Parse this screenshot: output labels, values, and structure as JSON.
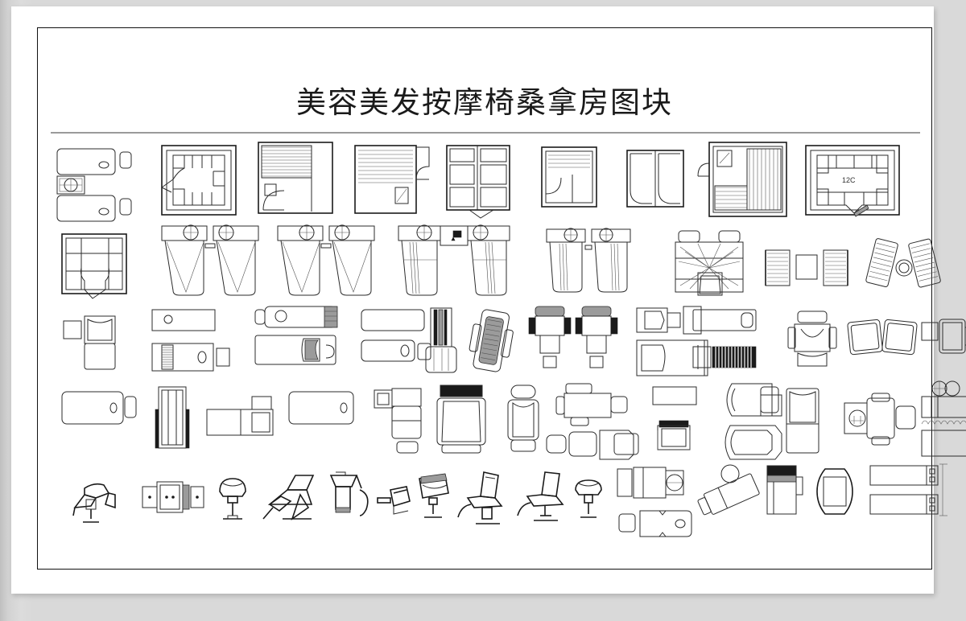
{
  "page": {
    "title": "美容美发按摩椅桑拿房图块",
    "background_color": "#d9d9d9",
    "sheet_color": "#ffffff",
    "frame_color": "#111111",
    "rule_color": "#9a9a9a",
    "line_color": "#2b2b2b"
  },
  "annotations": {
    "sauna_room_capacity": "12C"
  },
  "rows": [
    {
      "row_name": "row-1-sauna-rooms",
      "blocks": [
        {
          "name": "twin-massage-beds-with-side-table",
          "kind": "plan"
        },
        {
          "name": "sauna-room-bench-perimeter-octagon",
          "kind": "plan"
        },
        {
          "name": "sauna-room-slatted-bench-corner-door",
          "kind": "plan"
        },
        {
          "name": "sauna-room-horizontal-slats-with-heater",
          "kind": "plan"
        },
        {
          "name": "double-bed-suite-plan",
          "kind": "plan"
        },
        {
          "name": "sauna-cabin-small-bench",
          "kind": "plan"
        },
        {
          "name": "steam-room-two-bench",
          "kind": "plan"
        },
        {
          "name": "large-sauna-room-with-door-swing",
          "kind": "plan"
        },
        {
          "name": "sauna-lounge-room-12c",
          "kind": "plan"
        }
      ]
    },
    {
      "row_name": "row-2-massage-rooms",
      "blocks": [
        {
          "name": "spa-room-bench-layout",
          "kind": "plan"
        },
        {
          "name": "twin-shower-cubicles-with-drains",
          "kind": "plan"
        },
        {
          "name": "twin-shower-cubicles-variant",
          "kind": "plan"
        },
        {
          "name": "twin-shower-with-center-counter",
          "kind": "plan"
        },
        {
          "name": "twin-shower-narrow-pair",
          "kind": "plan"
        },
        {
          "name": "round-massage-platform",
          "kind": "plan"
        },
        {
          "name": "paired-lounge-chairs-with-side-table",
          "kind": "plan"
        },
        {
          "name": "angled-lounge-chairs-with-round-table",
          "kind": "plan"
        }
      ]
    },
    {
      "row_name": "row-3-massage-beds",
      "blocks": [
        {
          "name": "massage-chair-with-footstool",
          "kind": "plan"
        },
        {
          "name": "massage-bed-plain",
          "kind": "plan"
        },
        {
          "name": "massage-bed-with-roller-unit",
          "kind": "plan"
        },
        {
          "name": "massage-bed-with-headrest-and-cabinet",
          "kind": "plan"
        },
        {
          "name": "treatment-bed-with-basin",
          "kind": "plan"
        },
        {
          "name": "shampoo-unit-column",
          "kind": "plan"
        },
        {
          "name": "angled-massage-lounger",
          "kind": "plan"
        },
        {
          "name": "paired-pedicure-chairs",
          "kind": "plan"
        },
        {
          "name": "barber-chair-with-cabinet",
          "kind": "plan"
        },
        {
          "name": "recliner-massage-bed",
          "kind": "plan"
        },
        {
          "name": "sun-bed-plan",
          "kind": "plan"
        },
        {
          "name": "foot-spa-unit",
          "kind": "plan"
        },
        {
          "name": "armchair-with-ottoman",
          "kind": "plan"
        },
        {
          "name": "tilted-twin-armchairs",
          "kind": "plan"
        },
        {
          "name": "salon-chair-with-side-table",
          "kind": "plan"
        }
      ]
    },
    {
      "row_name": "row-4-treatment-chairs",
      "blocks": [
        {
          "name": "massage-bed-with-headrest",
          "kind": "plan"
        },
        {
          "name": "narrow-bench-elevation",
          "kind": "plan"
        },
        {
          "name": "treatment-bed-with-stool",
          "kind": "plan"
        },
        {
          "name": "massage-bed-wide",
          "kind": "plan"
        },
        {
          "name": "corner-lounger-with-footstool",
          "kind": "plan"
        },
        {
          "name": "barber-chair-front",
          "kind": "plan"
        },
        {
          "name": "beauty-chair-narrow",
          "kind": "plan"
        },
        {
          "name": "treatment-table-with-stools",
          "kind": "plan"
        },
        {
          "name": "reclining-chair-with-stools",
          "kind": "plan"
        },
        {
          "name": "manicure-table-with-stool",
          "kind": "plan"
        },
        {
          "name": "tilt-back-salon-chair",
          "kind": "plan"
        },
        {
          "name": "spa-chair-with-table",
          "kind": "plan"
        },
        {
          "name": "dentist-style-treatment-chair",
          "kind": "plan"
        },
        {
          "name": "massage-bed-with-coil-heater",
          "kind": "plan"
        },
        {
          "name": "shampoo-bed-with-basin",
          "kind": "plan"
        }
      ]
    },
    {
      "row_name": "row-5-salon-chair-elevations",
      "blocks": [
        {
          "name": "shampoo-chair-side-elevation",
          "kind": "elevation"
        },
        {
          "name": "barber-station-plan",
          "kind": "plan"
        },
        {
          "name": "salon-chair-front-elevation",
          "kind": "elevation"
        },
        {
          "name": "styling-chair-side-elevation",
          "kind": "elevation"
        },
        {
          "name": "shampoo-basin-side-elevation",
          "kind": "elevation"
        },
        {
          "name": "stylist-stool-elevation",
          "kind": "elevation"
        },
        {
          "name": "salon-chair-rear-elevation",
          "kind": "elevation"
        },
        {
          "name": "hydraulic-styling-chair",
          "kind": "elevation"
        },
        {
          "name": "reclining-styling-chair",
          "kind": "elevation"
        },
        {
          "name": "pedestal-chair-front",
          "kind": "elevation"
        },
        {
          "name": "treatment-bed-with-roller",
          "kind": "plan"
        },
        {
          "name": "facial-bed-with-headrest",
          "kind": "plan"
        },
        {
          "name": "shampoo-bed-with-sink",
          "kind": "plan"
        },
        {
          "name": "tilted-massage-lounger",
          "kind": "plan"
        },
        {
          "name": "gradient-sun-bed",
          "kind": "plan"
        },
        {
          "name": "capsule-treatment-pod",
          "kind": "plan"
        },
        {
          "name": "stacked-twin-massage-beds",
          "kind": "plan"
        }
      ]
    }
  ]
}
